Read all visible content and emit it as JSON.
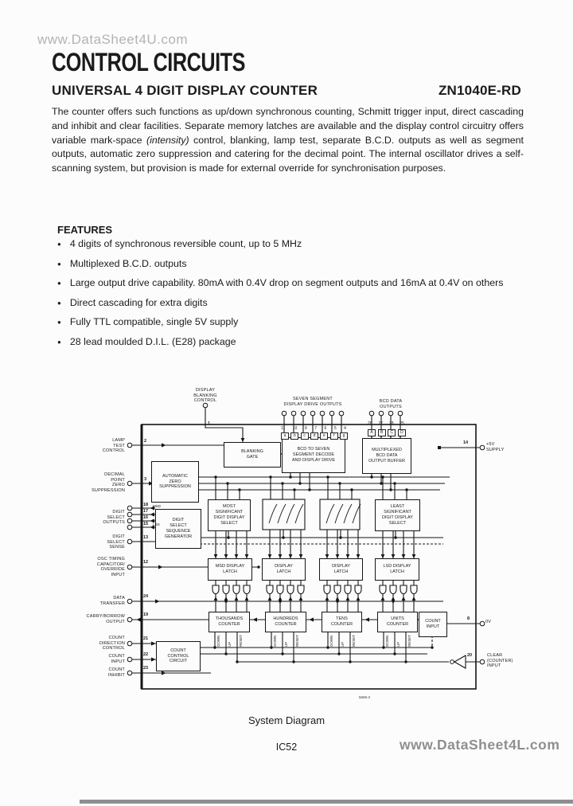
{
  "page": {
    "watermark_top": "www.DataSheet4U.com",
    "watermark_bottom": "www.DataSheet4L.com",
    "section_title": "CONTROL CIRCUITS",
    "doc_title": "UNIVERSAL 4 DIGIT DISPLAY COUNTER",
    "part_number": "ZN1040E-RD",
    "intro": {
      "before": "The counter offers such functions as up/down synchronous counting, Schmitt trigger input, direct cascading and inhibit and clear facilities. Separate memory latches are available and the display control circuitry offers variable mark-space ",
      "italic": "(intensity)",
      "after": " control, blanking, lamp test, separate B.C.D. outputs as well as segment outputs, automatic zero suppression and catering for the decimal point. The internal oscillator drives a self-scanning system, but provision is made for external override for synchronisation purposes."
    },
    "features_heading": "FEATURES",
    "features": [
      "4 digits of synchronous reversible count, up to 5 MHz",
      "Multiplexed B.C.D. outputs",
      "Large output drive capability. 80mA with 0.4V drop on segment outputs and 16mA at 0.4V on others",
      "Direct cascading for extra digits",
      "Fully TTL compatible, single 5V supply",
      "28 lead moulded D.I.L. (E28) package"
    ],
    "caption": "System Diagram",
    "page_number": "IC52"
  },
  "diagram": {
    "figure_number": "5606-3",
    "io_labels": {
      "display_blanking_control": "DISPLAY\nBLANKING\nCONTROL",
      "seven_segment_outputs": "SEVEN SEGMENT\nDISPLAY DRIVE OUTPUTS",
      "bcd_data_outputs": "BCD DATA\nOUTPUTS",
      "lamp_test_control": "LAMP\nTEST\nCONTROL",
      "decimal_point_zero_suppression": "DECIMAL\nPOINT\nZERO\nSUPPRESSION",
      "digit_select_outputs": "DIGIT\nSELECT\nOUTPUTS",
      "digit_select_sense": "DIGIT\nSELECT\nSENSE",
      "osc_timing": "OSC TIMING\nCAPACITOR/\nOVERRIDE\nINPUT",
      "data_transfer": "DATA\nTRANSFER",
      "carry_borrow_output": "CARRY/BORROW\nOUTPUT",
      "count_direction_control": "COUNT\nDIRECTION\nCONTROL",
      "count_input": "COUNT\nINPUT",
      "count_inhibit": "COUNT\nINHIBIT",
      "supply": "+5V\nSUPPLY",
      "ground": "0V",
      "clear_counter_input": "CLEAR\n(COUNTER)\nINPUT",
      "msd": "MSD",
      "lsd": "LSD"
    },
    "pin_numbers": {
      "display_blanking": "1",
      "lamp_test": "2",
      "decimal_point": "3",
      "digit_select": [
        "18",
        "17",
        "16",
        "15"
      ],
      "digit_select_sense": "13",
      "osc_timing": "12",
      "data_transfer": "24",
      "carry_borrow": "19",
      "count_direction": "21",
      "count_input": "22",
      "count_inhibit": "23",
      "supply": "14",
      "ground": "8",
      "clear": "20",
      "segment": [
        "11",
        "10",
        "9",
        "7",
        "6",
        "5",
        "4"
      ],
      "bcd": [
        "26",
        "27",
        "28",
        "25"
      ]
    },
    "pin_letters": {
      "segment": [
        "a",
        "b",
        "c",
        "d",
        "e",
        "f",
        "g"
      ],
      "bcd": [
        "A",
        "B",
        "C",
        "D"
      ]
    },
    "blocks": {
      "blanking_gate": "BLANKING\nGATE",
      "segment_decoder": "BCD TO SEVEN\nSEGMENT DECODE\nAND DISPLAY DRIVE",
      "bcd_buffer": "MULTIPLEXED\nBCD DATA\nOUTPUT BUFFER",
      "auto_zero": "AUTOMATIC\nZERO\nSUPPRESSION",
      "sequence_generator": "DIGIT\nSELECT\nSEQUENCE\nGENERATOR",
      "msd_select": "MOST\nSIGNIFICANT\nDIGIT DISPLAY\nSELECT",
      "lsd_select": "LEAST\nSIGNIFICANT\nDIGIT DISPLAY\nSELECT",
      "msd_latch": "MSD DISPLAY\nLATCH",
      "display_latch": "DISPLAY\nLATCH",
      "lsd_latch": "LSD DISPLAY\nLATCH",
      "thousands_counter": "THOUSANDS\nCOUNTER",
      "hundreds_counter": "HUNDREDS\nCOUNTER",
      "tens_counter": "TENS\nCOUNTER",
      "units_counter": "UNITS\nCOUNTER",
      "count_input_box": "COUNT\nINPUT",
      "count_control": "COUNT\nCONTROL\nCIRCUIT"
    },
    "counter_pin_labels": {
      "down": "DOWN",
      "up": "UP",
      "reset": "RESET"
    }
  }
}
